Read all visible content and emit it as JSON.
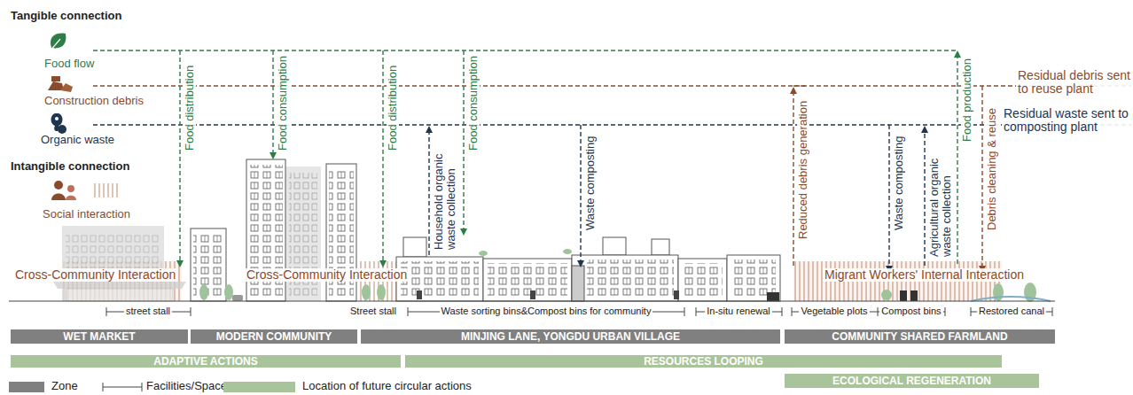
{
  "diagram": {
    "nodes": [
      {
        "text": [
          "WET MARKET"
        ]
      },
      {
        "text": [
          "MODERN COMMUNITY"
        ]
      },
      {
        "text": [
          "MINJING LANE, YONGDU URBAN VILLAGE"
        ]
      },
      {
        "text": [
          "COMMUNITY SHARED FARMLAND"
        ]
      },
      {
        "text": [
          "ADAPTIVE ACTIONS"
        ]
      },
      {
        "text": [
          "RESOURCES LOOPING"
        ]
      },
      {
        "text": [
          "ECOLOGICAL REGENERATION"
        ]
      }
    ],
    "labels": [
      "Tangible connection",
      "Food flow",
      "Construction debris",
      "Organic waste",
      "Intangible connection",
      "Social interaction",
      "Food distribution",
      "Food consumption",
      "Food distribution",
      "Household organic waste collection",
      "Food consumption",
      "Waste composting",
      "Reduced debris generation",
      "Waste composting",
      "Agricultural organic waste collection",
      "Food production",
      "Debris cleaning & reuse",
      "Residual debris sent to reuse plant",
      "Residual waste sent to composting plant",
      "Cross-Community Interaction",
      "Cross-Community Interaction",
      "Migrant Workers' Internal Interaction",
      "street stall",
      "Street stall",
      "Waste sorting bins&Compost bins for community",
      "In-situ renewal",
      "Vegetable plots",
      "Compost bins",
      "Restored canal"
    ],
    "legend": [
      {
        "text": "Zone",
        "color": "#808080"
      },
      {
        "text": "Facilities/Space"
      },
      {
        "text": "Location of future circular actions",
        "color": "#a9c49a"
      }
    ]
  }
}
